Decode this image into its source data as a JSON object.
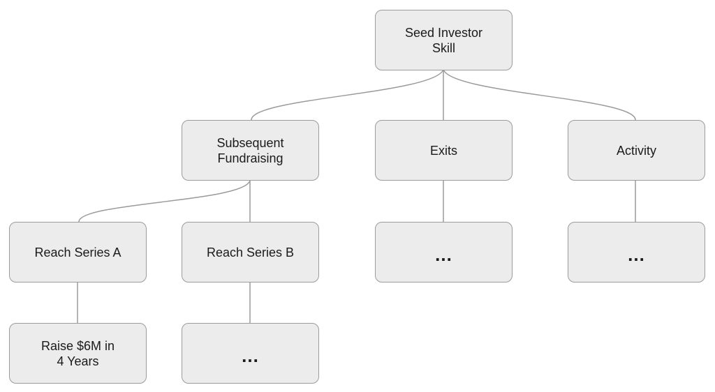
{
  "diagram": {
    "nodes": {
      "root": "Seed Investor\nSkill",
      "fundraising": "Subsequent\nFundraising",
      "exits": "Exits",
      "activity": "Activity",
      "series_a": "Reach Series A",
      "series_b": "Reach Series B",
      "exits_more": "...",
      "activity_more": "...",
      "raise_6m": "Raise $6M in\n4 Years",
      "series_b_more": "..."
    },
    "edges": [
      [
        "root",
        "fundraising"
      ],
      [
        "root",
        "exits"
      ],
      [
        "root",
        "activity"
      ],
      [
        "fundraising",
        "series_a"
      ],
      [
        "fundraising",
        "series_b"
      ],
      [
        "exits",
        "exits_more"
      ],
      [
        "activity",
        "activity_more"
      ],
      [
        "series_a",
        "raise_6m"
      ],
      [
        "series_b",
        "series_b_more"
      ]
    ],
    "colors": {
      "node_fill": "#ececec",
      "node_border": "#9b9b9b",
      "connector": "#9a9a9a"
    }
  }
}
